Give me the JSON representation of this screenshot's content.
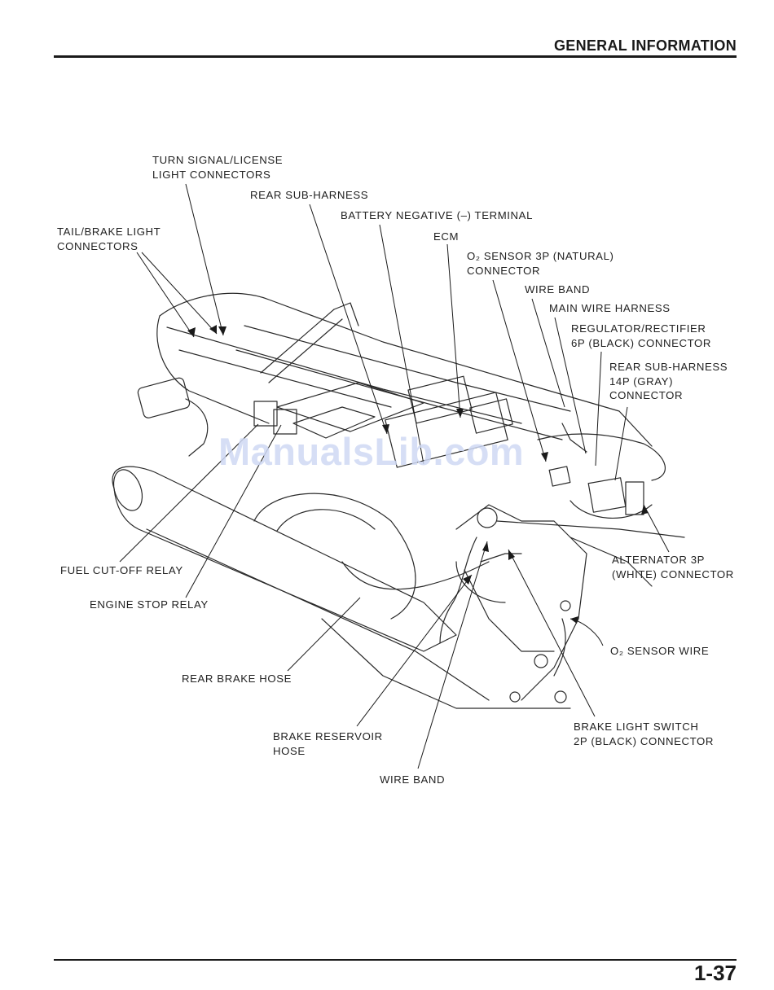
{
  "header": {
    "section_title": "GENERAL INFORMATION",
    "page_number": "1-37"
  },
  "watermark": "ManualsLib.com",
  "callouts": {
    "turn_signal": [
      "TURN SIGNAL/LICENSE",
      "LIGHT CONNECTORS"
    ],
    "rear_sub_harness": "REAR SUB-HARNESS",
    "battery_negative": "BATTERY NEGATIVE (–) TERMINAL",
    "tail_brake": [
      "TAIL/BRAKE LIGHT",
      "CONNECTORS"
    ],
    "ecm": "ECM",
    "o2_sensor_connector": [
      "O₂ SENSOR 3P (NATURAL)",
      "CONNECTOR"
    ],
    "wire_band_top": "WIRE BAND",
    "main_wire_harness": "MAIN WIRE HARNESS",
    "regulator": [
      "REGULATOR/RECTIFIER",
      "6P (BLACK) CONNECTOR"
    ],
    "rear_sub_harness_14p": [
      "REAR SUB-HARNESS",
      "14P (GRAY)",
      "CONNECTOR"
    ],
    "fuel_cut_off_relay": "FUEL CUT-OFF RELAY",
    "engine_stop_relay": "ENGINE STOP RELAY",
    "alternator": [
      "ALTERNATOR 3P",
      "(WHITE) CONNECTOR"
    ],
    "o2_sensor_wire": "O₂ SENSOR WIRE",
    "rear_brake_hose": "REAR BRAKE HOSE",
    "brake_reservoir_hose": [
      "BRAKE RESERVOIR",
      "HOSE"
    ],
    "brake_light_switch": [
      "BRAKE LIGHT SWITCH",
      "2P (BLACK) CONNECTOR"
    ],
    "wire_band_bottom": "WIRE BAND"
  }
}
